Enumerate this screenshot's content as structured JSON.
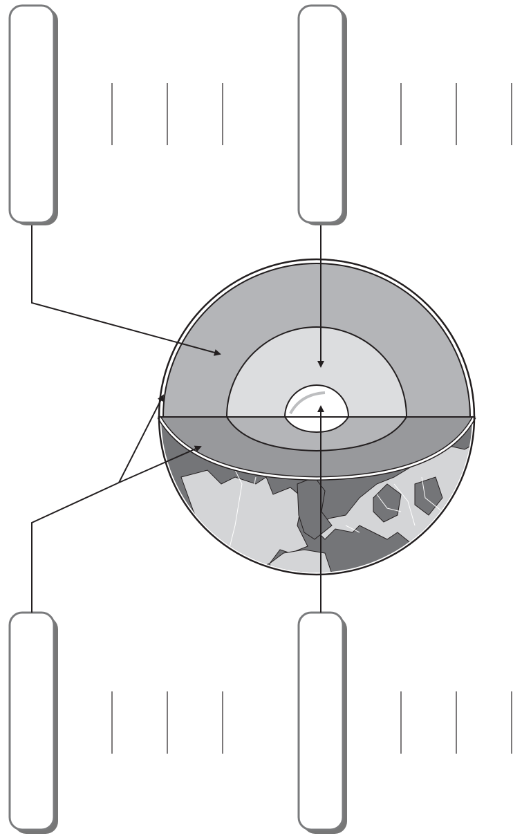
{
  "diagram": {
    "subject": "earth-layers-cutaway",
    "layers": [
      "crust",
      "mantle",
      "outer-core",
      "inner-core"
    ],
    "label_boxes": [
      {
        "id": "top-left",
        "points_to": "mantle",
        "text": ""
      },
      {
        "id": "top-right",
        "points_to": "outer-core",
        "text": ""
      },
      {
        "id": "bottom-left",
        "points_to": "crust",
        "text": ""
      },
      {
        "id": "bottom-right",
        "points_to": "inner-core",
        "text": ""
      }
    ],
    "colors": {
      "crust": "#ffffff",
      "mantle": "#b4b5b8",
      "mantle_front": "#98999c",
      "outer_core": "#dcdddf",
      "inner_core": "#ffffff",
      "continents": "#747578",
      "ocean_land_light": "#d4d5d7",
      "label_box_border": "#7a7b7d",
      "line": "#231f20"
    }
  }
}
